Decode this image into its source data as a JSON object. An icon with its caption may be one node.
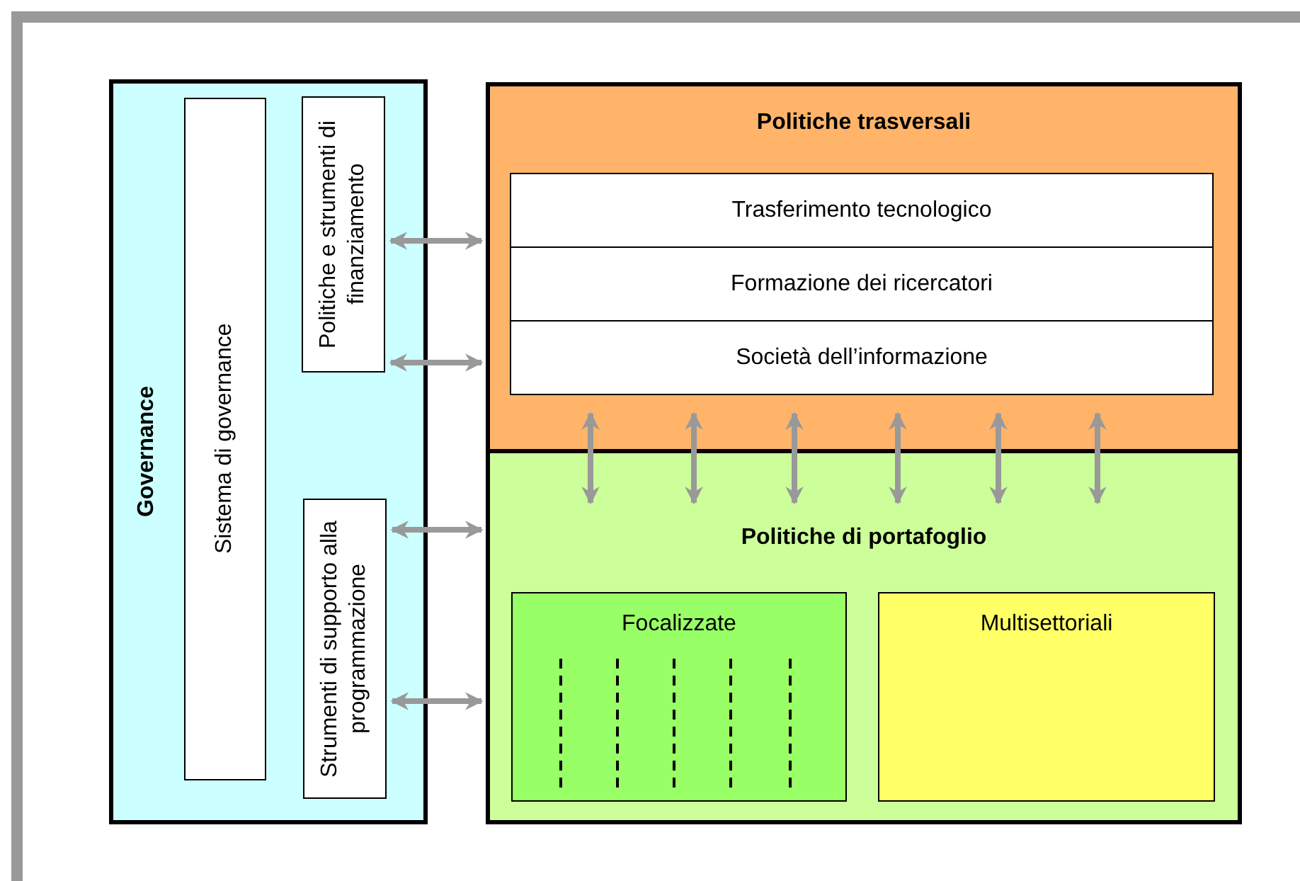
{
  "diagram": {
    "nodes": [
      {
        "text": [
          "Governance"
        ]
      },
      {
        "text": [
          "Sistema di governance"
        ],
        "in": 0
      },
      {
        "text": [
          "Politiche e strumenti di finanziamento"
        ],
        "in": 0
      },
      {
        "text": [
          "Strumenti di supporto alla programmazione"
        ],
        "in": 0
      },
      {
        "text": [
          "Politiche trasversali"
        ]
      },
      {
        "text": [
          "Trasferimento tecnologico"
        ],
        "in": 4
      },
      {
        "text": [
          "Formazione dei ricercatori"
        ],
        "in": 4
      },
      {
        "text": [
          "Società dell’informazione"
        ],
        "in": 4
      },
      {
        "text": [
          "Politiche di portafoglio"
        ]
      },
      {
        "text": [
          "Focalizzate"
        ],
        "in": 8
      },
      {
        "text": [
          "Multisettoriali"
        ],
        "in": 8
      }
    ],
    "edges": [
      {
        "from": 2,
        "to": 4,
        "arrow": "both"
      },
      {
        "from": 2,
        "to": 4,
        "arrow": "both"
      },
      {
        "from": 3,
        "to": 8,
        "arrow": "both"
      },
      {
        "from": 3,
        "to": 8,
        "arrow": "both"
      },
      {
        "from": 4,
        "to": 8,
        "arrow": "both"
      },
      {
        "from": 4,
        "to": 8,
        "arrow": "both"
      },
      {
        "from": 4,
        "to": 8,
        "arrow": "both"
      },
      {
        "from": 4,
        "to": 8,
        "arrow": "both"
      },
      {
        "from": 4,
        "to": 8,
        "arrow": "both"
      },
      {
        "from": 4,
        "to": 8,
        "arrow": "both"
      }
    ]
  }
}
